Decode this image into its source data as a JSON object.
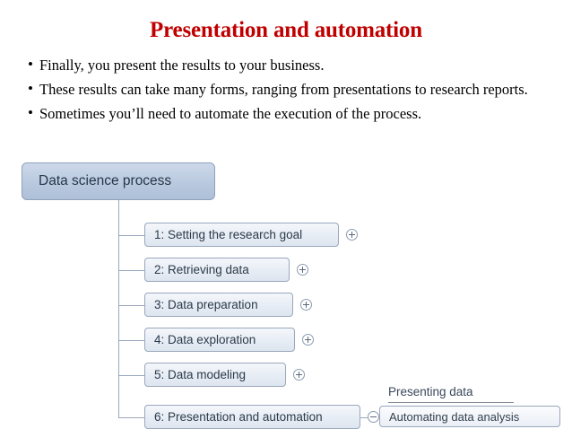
{
  "slide": {
    "title": "Presentation and automation",
    "bullets": [
      "Finally, you present the results to your business.",
      " These results can take many forms, ranging from presentations to research reports.",
      "Sometimes you’ll need to automate the execution of the process."
    ],
    "bullet_marker": "•",
    "bullet2_line1": " These  results  can  take  many  forms,  ranging  from  presentations",
    "bullet2_line2": "to research reports."
  },
  "diagram": {
    "root": "Data science process",
    "steps": [
      {
        "label": "1: Setting the research goal",
        "expander": "plus"
      },
      {
        "label": "2: Retrieving data",
        "expander": "plus"
      },
      {
        "label": "3: Data preparation",
        "expander": "plus"
      },
      {
        "label": "4: Data exploration",
        "expander": "plus"
      },
      {
        "label": "5: Data modeling",
        "expander": "plus"
      },
      {
        "label": "6: Presentation and automation",
        "expander": "minus"
      }
    ],
    "children": [
      "Presenting data",
      "Automating data analysis"
    ]
  },
  "colors": {
    "title": "#c00000",
    "node_border": "#9aa7bd",
    "root_fill": "#b9c9df",
    "text": "#2b3a4a"
  }
}
